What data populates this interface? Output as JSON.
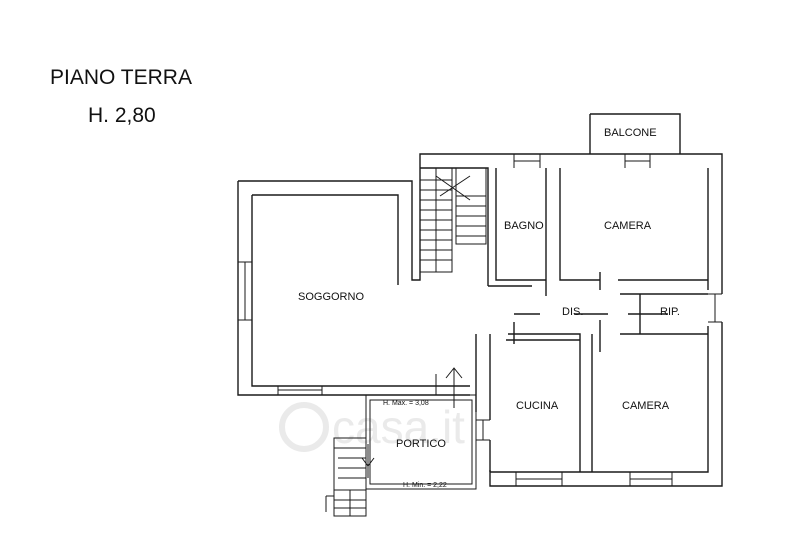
{
  "plan": {
    "title": "PIANO TERRA",
    "height": "H. 2,80",
    "watermark": "casa.it"
  },
  "rooms": {
    "balcone": "BALCONE",
    "bagno": "BAGNO",
    "camera_top": "CAMERA",
    "soggorno": "SOGGORNO",
    "dis": "DIS.",
    "rip": "RIP.",
    "cucina": "CUCINA",
    "camera_bottom": "CAMERA",
    "portico": "PORTICO"
  },
  "notes": {
    "h_max": "H. Max. = 3,08",
    "h_min": "H. Min. = 2,22"
  }
}
